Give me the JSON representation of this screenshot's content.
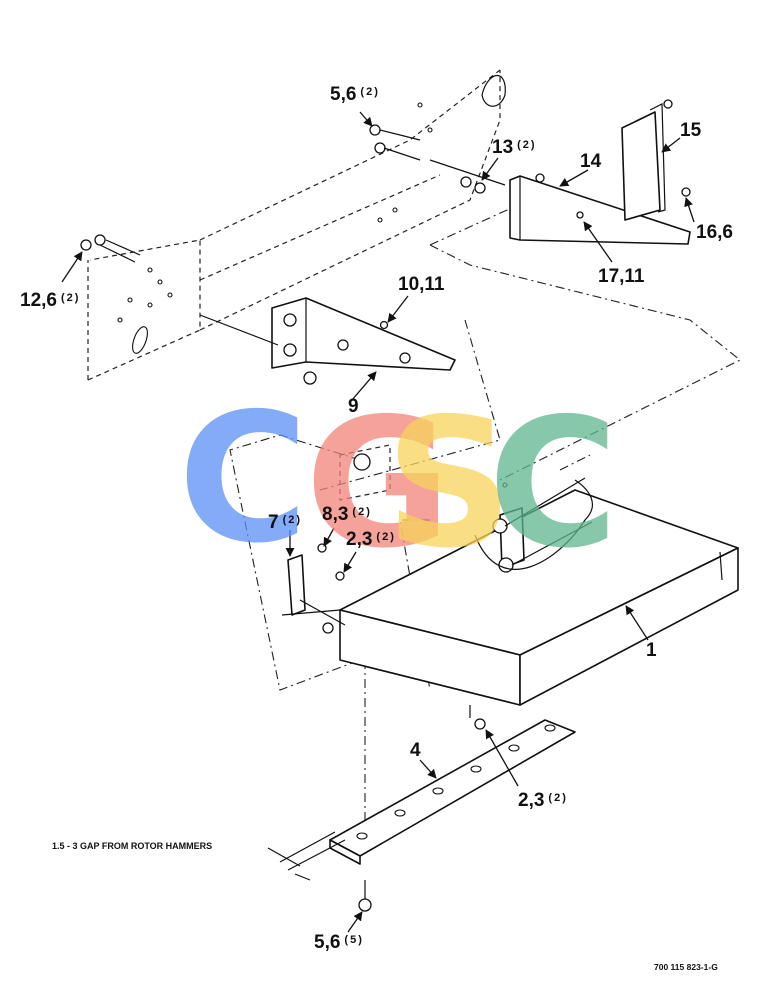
{
  "callouts": {
    "c56_top": {
      "main": "5,6",
      "qty": "(2)"
    },
    "c13": {
      "main": "13",
      "qty": "(2)"
    },
    "c14": {
      "main": "14"
    },
    "c15": {
      "main": "15"
    },
    "c166": {
      "main": "16,6"
    },
    "c1711": {
      "main": "17,11"
    },
    "c126": {
      "main": "12,6",
      "qty": "(2)"
    },
    "c1011": {
      "main": "10,11"
    },
    "c9": {
      "main": "9"
    },
    "c7": {
      "main": "7",
      "qty": "(2)"
    },
    "c83": {
      "main": "8,3",
      "qty": "(2)"
    },
    "c23_mid": {
      "main": "2,3",
      "qty": "(2)"
    },
    "c1": {
      "main": "1"
    },
    "c4": {
      "main": "4"
    },
    "c23_bot": {
      "main": "2,3",
      "qty": "(2)"
    },
    "c56_bot": {
      "main": "5,6",
      "qty": "(5)"
    }
  },
  "gap_note": "1.5 - 3 GAP FROM ROTOR HAMMERS",
  "figure_number": "700 115 823-1-G",
  "watermark": {
    "letters": [
      "C",
      "G",
      "S",
      "C"
    ],
    "colors": [
      "#5b8ff5",
      "#f2837a",
      "#f7d35a",
      "#5fb58e"
    ]
  }
}
